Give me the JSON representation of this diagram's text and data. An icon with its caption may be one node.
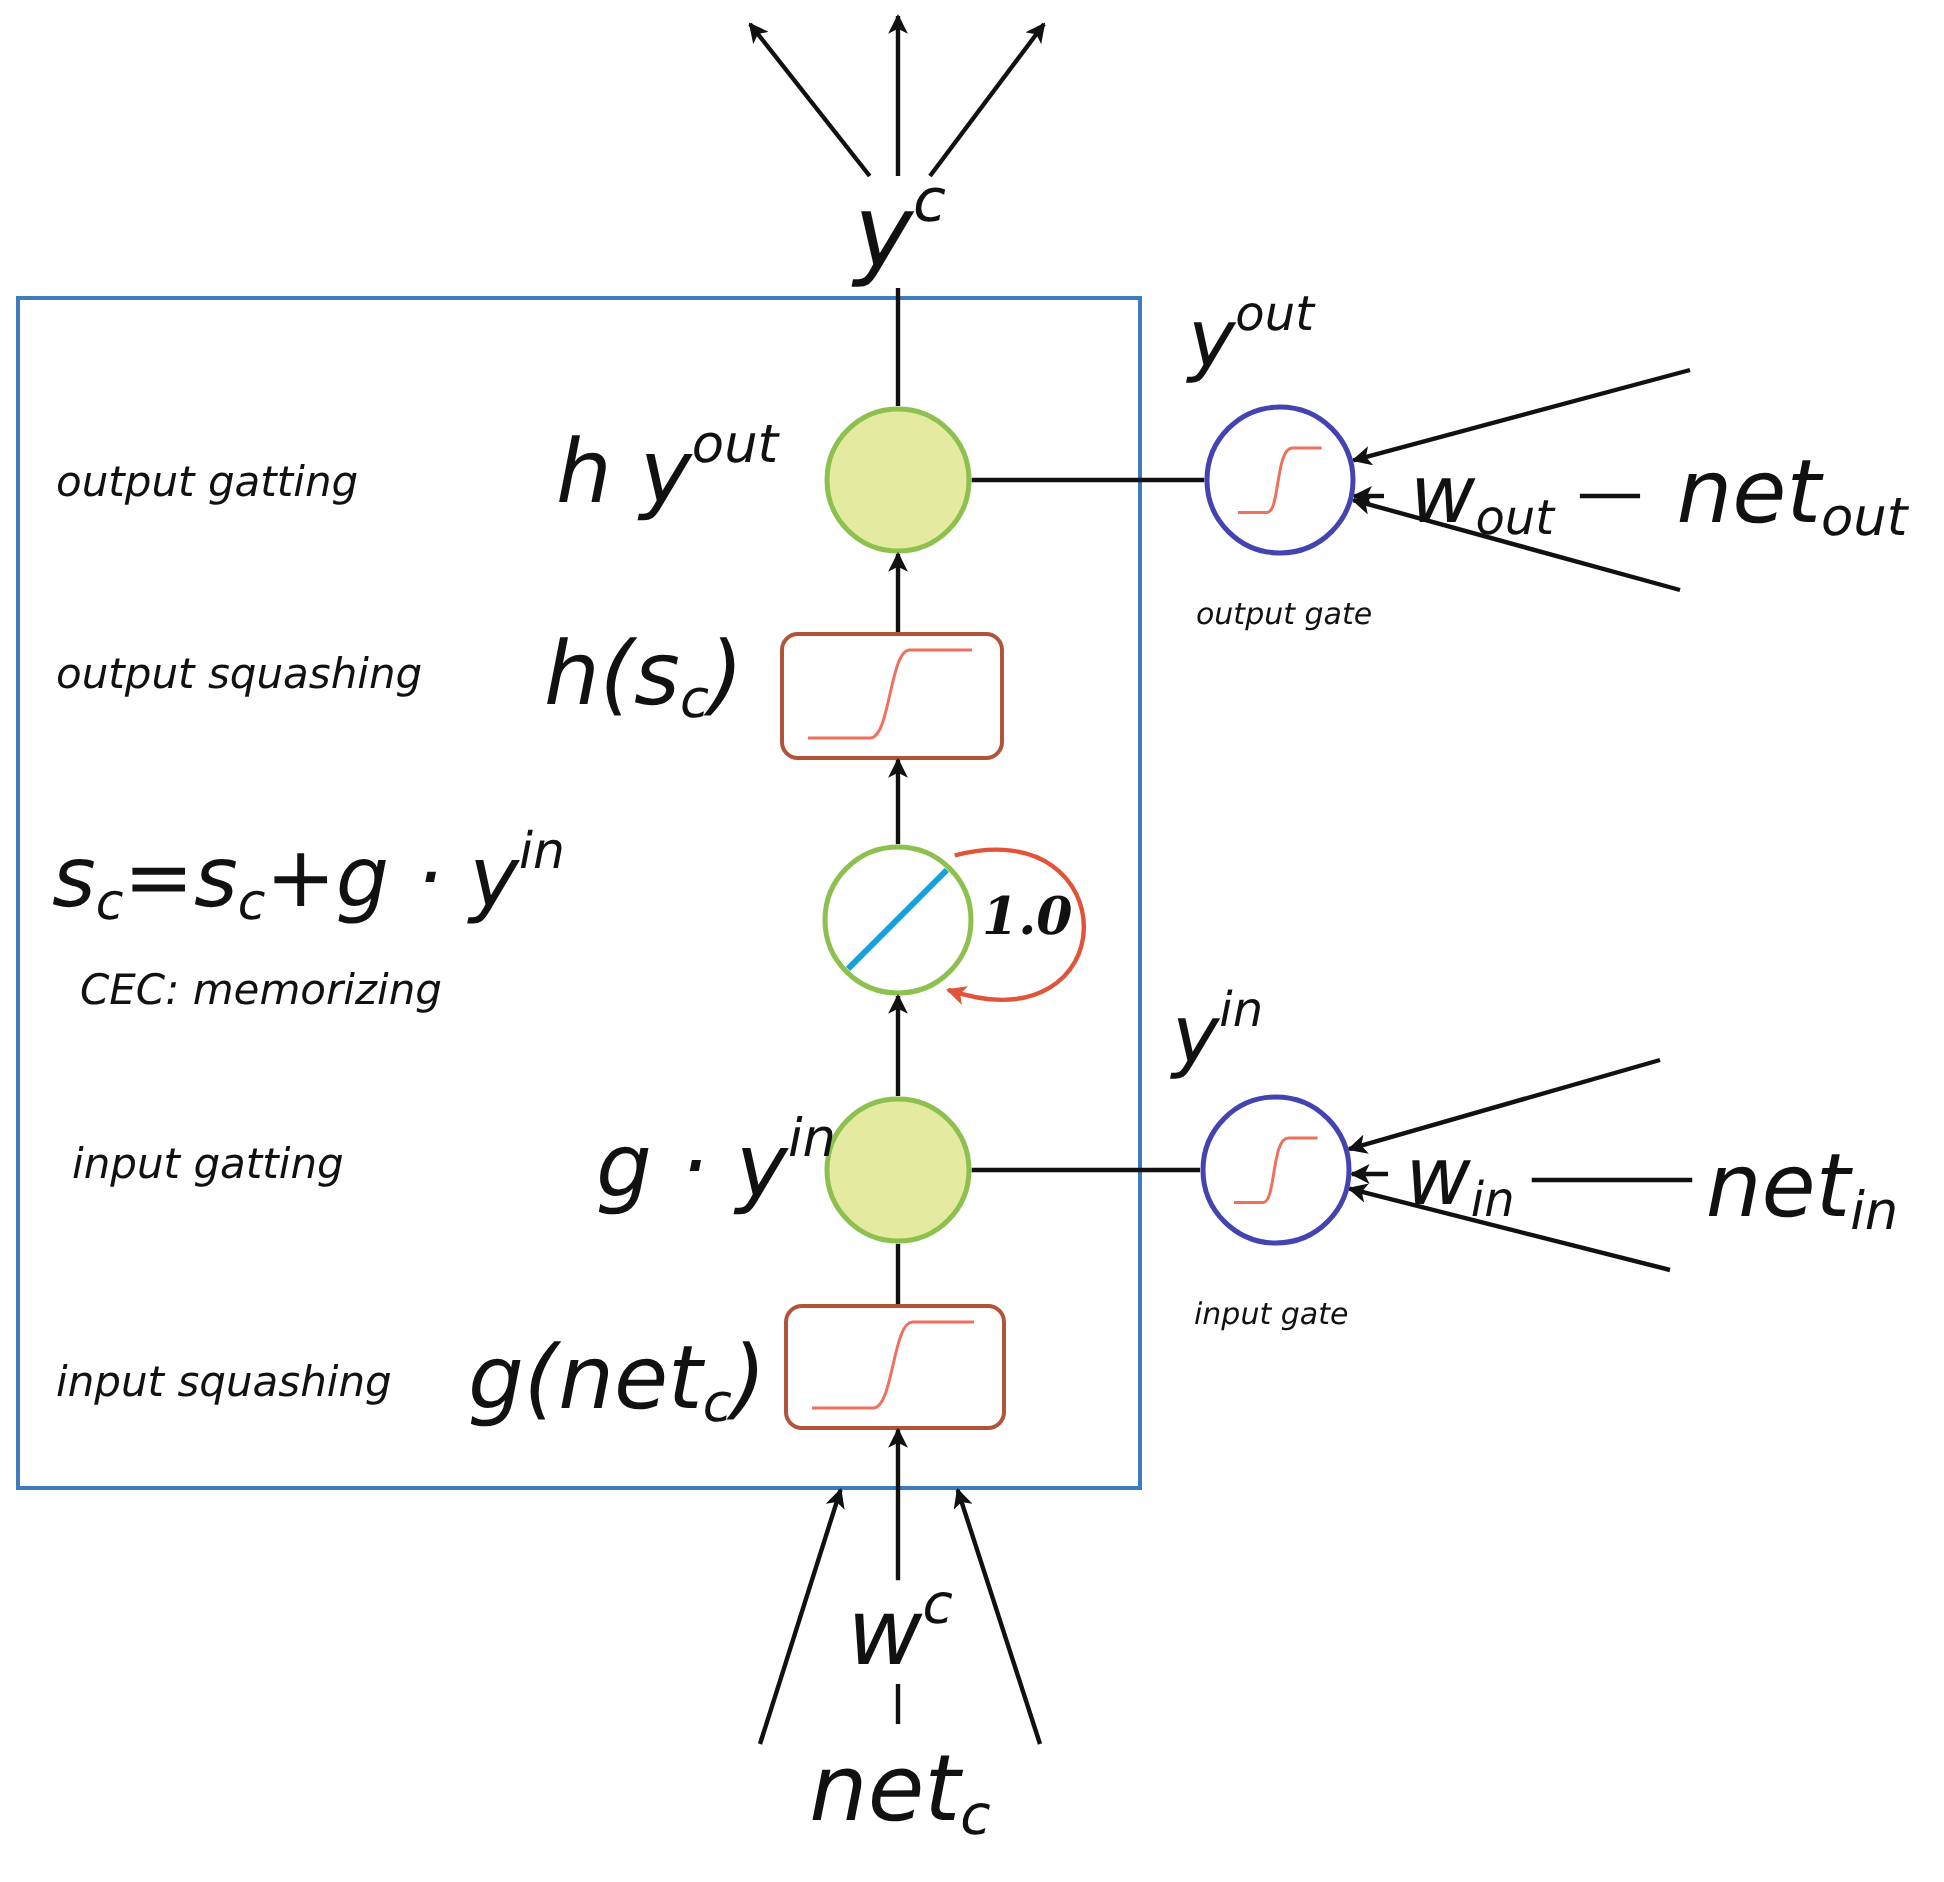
{
  "diagram": {
    "nodes": [
      {
        "text": [],
        "shape": "box"
      },
      {
        "text": [
          "y$^{c}$"
        ]
      },
      {
        "text": [],
        "shape": "circle",
        "in": 0,
        "beside": [
          "h y$^{out}$"
        ]
      },
      {
        "text": [],
        "shape": "box",
        "in": 0,
        "beside": [
          "h(s$_{c}$)"
        ]
      },
      {
        "text": [],
        "shape": "circle",
        "in": 0
      },
      {
        "text": [],
        "shape": "circle",
        "in": 0,
        "beside": [
          "g · y$^{in}$"
        ]
      },
      {
        "text": [],
        "shape": "box",
        "in": 0,
        "beside": [
          "g(net$_{c}$)"
        ]
      },
      {
        "text": [
          "w$^{c}$"
        ]
      },
      {
        "text": [
          "net$_{c}$"
        ]
      },
      {
        "text": [],
        "shape": "circle",
        "beside": [
          "y$^{out}$",
          "output gate"
        ]
      },
      {
        "text": [
          "w$_{out}$"
        ]
      },
      {
        "text": [
          "net$_{out}$"
        ]
      },
      {
        "text": [],
        "shape": "circle",
        "beside": [
          "y$^{in}$",
          "input gate"
        ]
      },
      {
        "text": [
          "w$_{in}$"
        ]
      },
      {
        "text": [
          "net$_{in}$"
        ]
      }
    ],
    "edges": [
      {
        "from": 1,
        "to": null,
        "arrow": "to"
      },
      {
        "from": 1,
        "to": null,
        "arrow": "to"
      },
      {
        "from": 1,
        "to": null,
        "arrow": "to"
      },
      {
        "from": 2,
        "to": 1,
        "arrow": "none"
      },
      {
        "from": 3,
        "to": 2,
        "arrow": "to"
      },
      {
        "from": 4,
        "to": 3,
        "arrow": "to"
      },
      {
        "from": 4,
        "to": 4,
        "arrow": "to",
        "label": "1.0",
        "color": "#e0553a"
      },
      {
        "from": 5,
        "to": 4,
        "arrow": "to"
      },
      {
        "from": 6,
        "to": 5,
        "arrow": "none"
      },
      {
        "from": null,
        "to": 0,
        "arrow": "to"
      },
      {
        "from": 7,
        "to": 6,
        "arrow": "to"
      },
      {
        "from": null,
        "to": 0,
        "arrow": "to"
      },
      {
        "from": 8,
        "to": 7,
        "arrow": "none"
      },
      {
        "from": 9,
        "to": 2,
        "arrow": "none"
      },
      {
        "from": null,
        "to": 9,
        "arrow": "to"
      },
      {
        "from": 10,
        "to": 9,
        "arrow": "to"
      },
      {
        "from": null,
        "to": 9,
        "arrow": "to"
      },
      {
        "from": 11,
        "to": 10,
        "arrow": "none"
      },
      {
        "from": 12,
        "to": 5,
        "arrow": "none"
      },
      {
        "from": null,
        "to": 12,
        "arrow": "to"
      },
      {
        "from": 13,
        "to": 12,
        "arrow": "to"
      },
      {
        "from": null,
        "to": 12,
        "arrow": "to"
      },
      {
        "from": 14,
        "to": 13,
        "arrow": "none"
      }
    ],
    "labels": [
      "output gatting",
      "output squashing",
      "s$_{c}$=s$_{c}$+g · y$^{in}$",
      "CEC: memorizing",
      "input gatting",
      "input squashing"
    ]
  }
}
